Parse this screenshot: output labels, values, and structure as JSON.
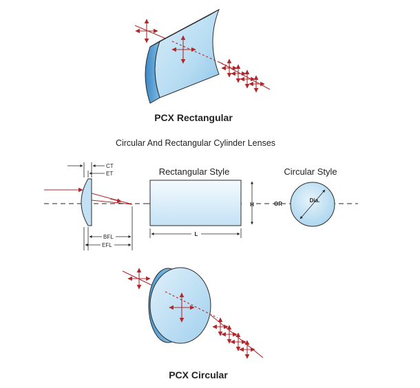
{
  "labels": {
    "pcx_rectangular": "PCX Rectangular",
    "subtitle": "Circular And Rectangular Cylinder Lenses",
    "rectangular_style": "Rectangular Style",
    "circular_style": "Circular Style",
    "pcx_circular": "PCX Circular",
    "ct": "CT",
    "et": "ET",
    "bfl": "BFL",
    "efl": "EFL",
    "h": "H",
    "l": "L",
    "or": "OR",
    "dia": "Dia."
  },
  "colors": {
    "ray": "#b0282b",
    "lens_light": "#e8f4fb",
    "lens_mid": "#a8d4ee",
    "lens_dark": "#4a90c8",
    "outline": "#2a2a2a"
  }
}
